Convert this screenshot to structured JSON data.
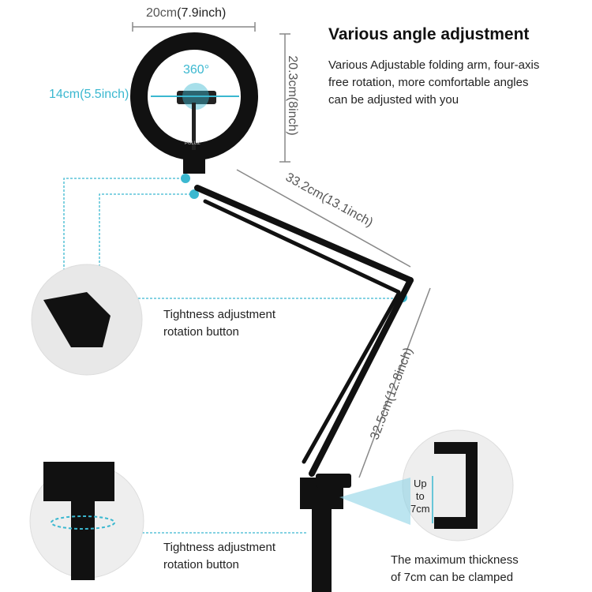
{
  "heading": "Various angle adjustment",
  "desc_lines": [
    "Various Adjustable folding arm, four-axis",
    "free rotation, more comfortable angles",
    "can be adjusted with you"
  ],
  "dims": {
    "width_cm": "20cm",
    "width_in": "(7.9inch)",
    "height": "20.3cm(8inch)",
    "inner": "14cm(5.5inch)",
    "rotation": "360°",
    "arm1": "33.2cm(13.1inch)",
    "arm2": "32.5cm(12.8inch)",
    "clamp_lines": [
      "Up",
      "to",
      "7cm"
    ]
  },
  "callouts": {
    "top": [
      "Tightness adjustment",
      "rotation button"
    ],
    "bottom": [
      "Tightness adjustment",
      "rotation button"
    ],
    "clamp": [
      "The maximum thickness",
      "of 7cm can be clamped"
    ]
  },
  "logo": "PULUZ",
  "colors": {
    "accent": "#3bb8d0",
    "dark": "#111111"
  }
}
